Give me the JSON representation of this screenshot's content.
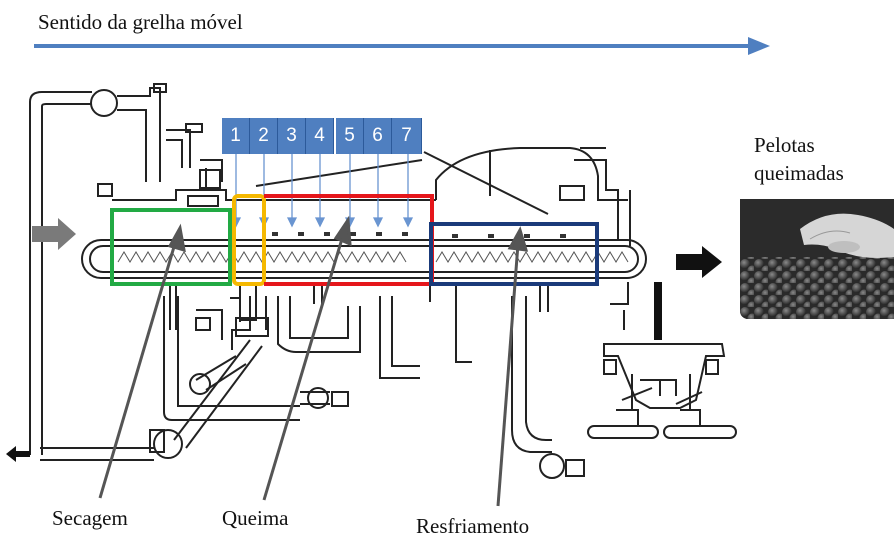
{
  "title": "Sentido da grelha móvel",
  "zone_numbers": [
    "1",
    "2",
    "3",
    "4",
    "5",
    "6",
    "7"
  ],
  "labels": {
    "product": "Pelotas queimadas",
    "product_line1": "Pelotas",
    "product_line2": "queimadas",
    "drying": "Secagem",
    "burning": "Queima",
    "cooling": "Resfriamento"
  },
  "colors": {
    "direction_arrow": "#4f7fc0",
    "zone_box": "#4f7fc0",
    "drying_frame": "#22aa44",
    "preheat_frame": "#f5b800",
    "burning_frame": "#e5161b",
    "cooling_frame": "#1a3a7a",
    "machine_line": "#222222"
  },
  "icons": {
    "input_arrow": "gray-block-arrow-icon",
    "output_arrow": "black-block-arrow-icon",
    "exhaust_arrow": "arrow-left-icon"
  }
}
